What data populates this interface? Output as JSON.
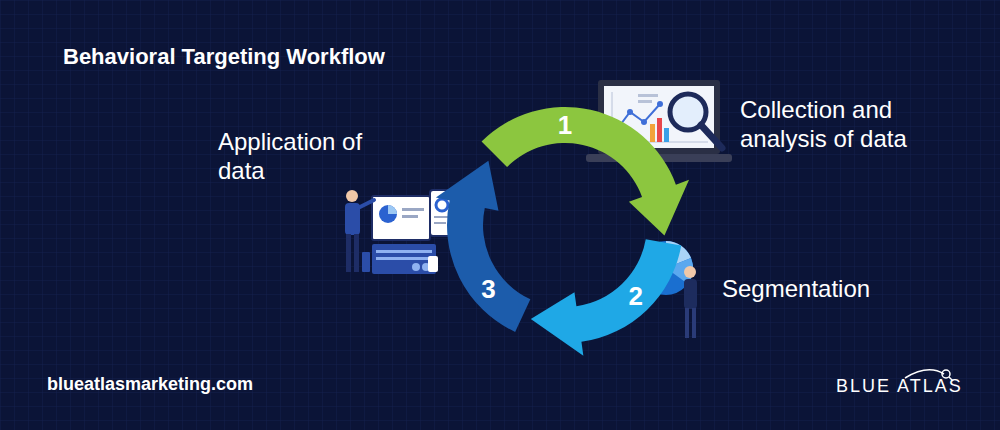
{
  "diagram": {
    "title": "Behavioral Targeting Workflow",
    "nodes": [
      {
        "text": [
          "1"
        ]
      },
      {
        "text": [
          "2"
        ]
      },
      {
        "text": [
          "3"
        ]
      }
    ],
    "labels": [
      "Collection and analysis of data",
      "Segmentation",
      "Application of data",
      "blueatlasmarketing.com",
      "BLUE ATLAS"
    ]
  }
}
